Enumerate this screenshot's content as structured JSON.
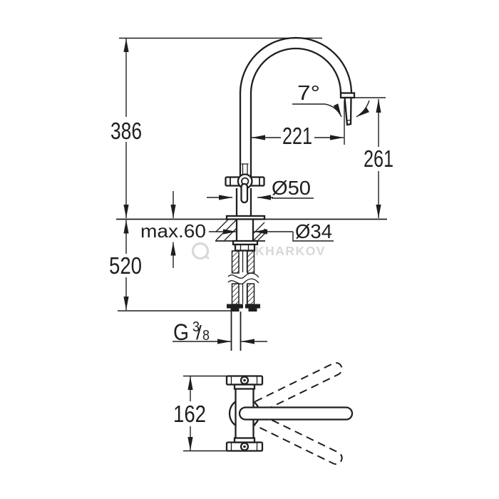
{
  "drawing": {
    "type": "faucet installation dimension drawing",
    "front_view": {
      "labels": {
        "total_height": "386",
        "below_counter_length": "520",
        "counter_thickness_max": "max.60",
        "hole_diameter": "Ø34",
        "base_diameter": "Ø50",
        "spout_reach": "221",
        "spout_outlet_height": "261",
        "outlet_angle": "7°",
        "thread_letter": "G",
        "thread_numerator": "3",
        "thread_slash": "/",
        "thread_denominator": "8"
      }
    },
    "top_view": {
      "labels": {
        "handle_span": "162"
      }
    },
    "watermark": {
      "text": "KHARKOV"
    },
    "colors": {
      "line": "#1f1f1f",
      "background": "#ffffff",
      "watermark": "#cfcfcf"
    }
  }
}
